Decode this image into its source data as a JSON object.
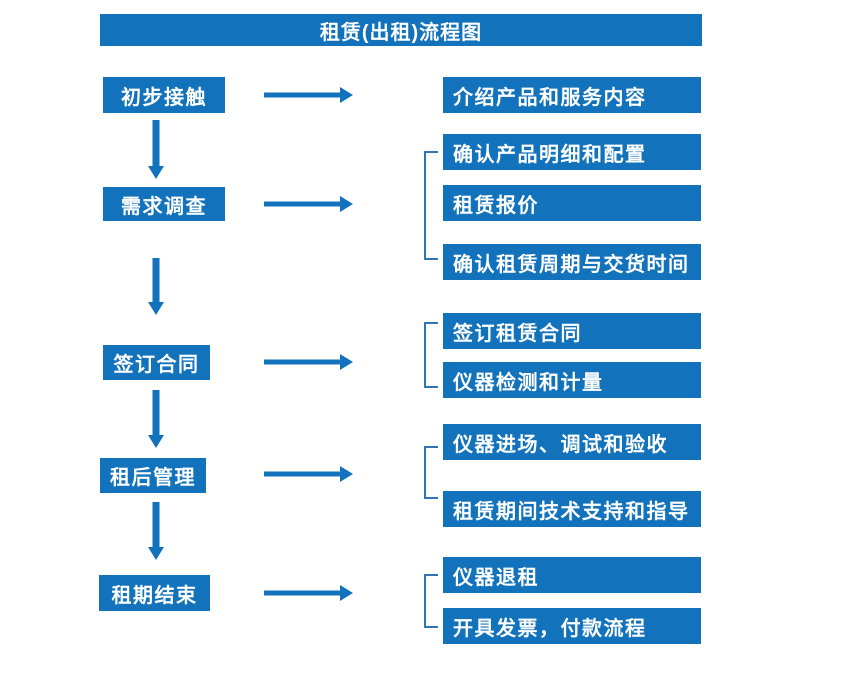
{
  "title": "租赁(出租)流程图",
  "steps": [
    {
      "label": "初步接触",
      "outputs": [
        "介绍产品和服务内容"
      ]
    },
    {
      "label": "需求调查",
      "outputs": [
        "确认产品明细和配置",
        "租赁报价",
        "确认租赁周期与交货时间"
      ]
    },
    {
      "label": "签订合同",
      "outputs": [
        "签订租赁合同",
        "仪器检测和计量"
      ]
    },
    {
      "label": "租后管理",
      "outputs": [
        "仪器进场、调试和验收",
        "租赁期间技术支持和指导"
      ]
    },
    {
      "label": "租期结束",
      "outputs": [
        "仪器退租",
        "开具发票，付款流程"
      ]
    }
  ],
  "colors": {
    "box_blue": "#1272BC",
    "bracket_blue": "#2E75B6",
    "text": "#FFFFFF",
    "background": "#FFFFFF"
  }
}
